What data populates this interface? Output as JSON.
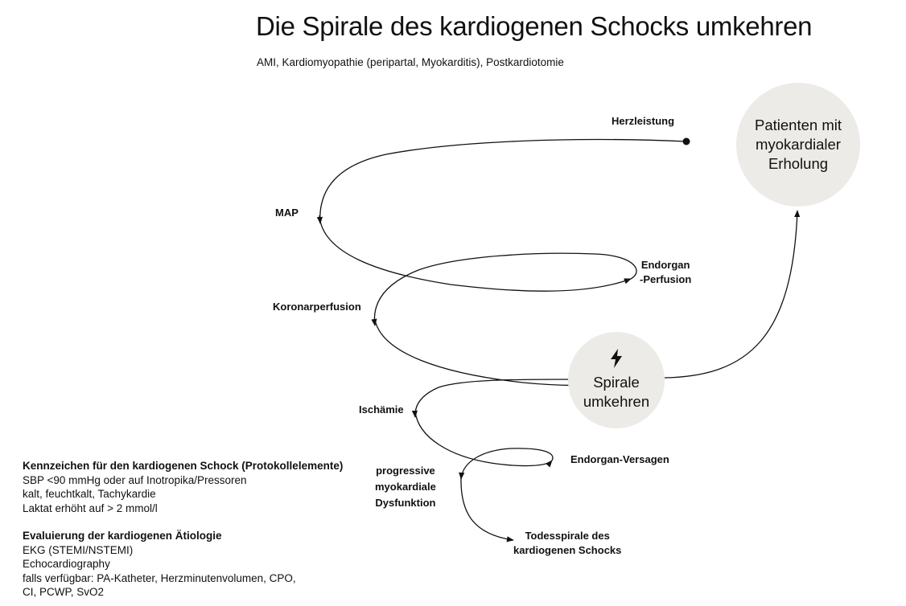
{
  "title": "Die Spirale des kardiogenen Schocks umkehren",
  "subtitle": "AMI, Kardiomyopathie (peripartal, Myokarditis), Postkardiotomie",
  "labels": {
    "herzleistung": "Herzleistung",
    "map": "MAP",
    "endorgan_perfusion": [
      "Endorgan",
      "-Perfusion"
    ],
    "koronarperfusion": "Koronarperfusion",
    "ischaemie": "Ischämie",
    "endorgan_versagen": "Endorgan-Versagen",
    "progressive": [
      "progressive",
      "myokardiale",
      "Dysfunktion"
    ],
    "todesspirale": [
      "Todesspirale des",
      "kardiogenen Schocks"
    ]
  },
  "circles": {
    "recovery": [
      "Patienten mit",
      "myokardialer",
      "Erholung"
    ],
    "reverse": [
      "Spirale",
      "umkehren"
    ],
    "reverse_icon": "lightning-bolt-icon"
  },
  "criteria": {
    "heading": "Kennzeichen für den kardiogenen Schock (Protokollelemente)",
    "items": [
      "SBP <90 mmHg oder auf Inotropika/Pressoren",
      "kalt, feuchtkalt, Tachykardie",
      "Laktat erhöht auf > 2 mmol/l"
    ]
  },
  "etiology": {
    "heading": "Evaluierung der kardiogenen Ätiologie",
    "items": [
      "EKG (STEMI/NSTEMI)",
      "Echocardiography",
      "falls verfügbar: PA-Katheter, Herzminutenvolumen, CPO,",
      "CI, PCWP, SvO2"
    ]
  },
  "colors": {
    "circle_fill": "#ecebe8",
    "line": "#111111"
  }
}
